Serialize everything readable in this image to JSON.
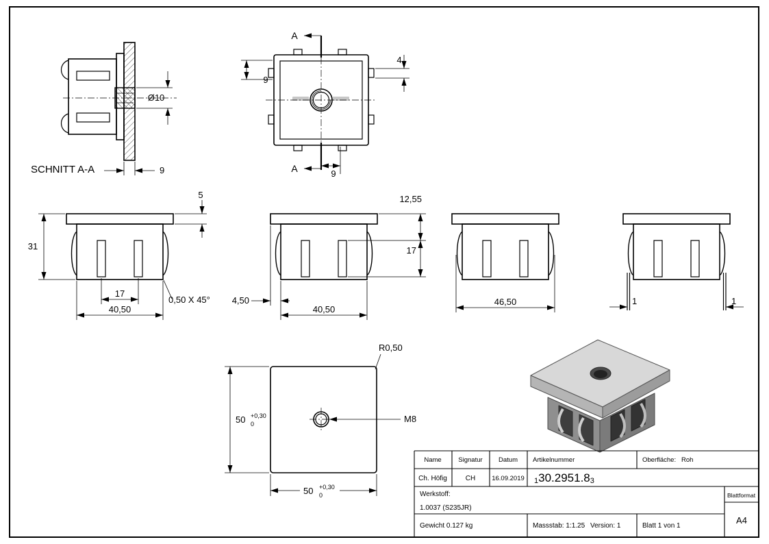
{
  "drawing": {
    "section_label": "SCHNITT A-A",
    "section": {
      "dia": "Ø10",
      "wall": "9"
    },
    "top_view": {
      "cut_label": "A",
      "dim_left": "9",
      "dim_right": "4",
      "dim_bottom": "9"
    },
    "front1": {
      "flange": "5",
      "height": "31",
      "slot_spacing": "17",
      "width": "40,50",
      "chamfer": "0,50 X 45°"
    },
    "front2": {
      "depth": "12,55",
      "slot_length": "17",
      "offset": "4,50",
      "width": "40,50"
    },
    "front3": {
      "width": "46,50"
    },
    "front4": {
      "wire_left": "1",
      "wire_right": "1"
    },
    "plan": {
      "radius": "R0,50",
      "size": "50",
      "tol_plus": "+0,30",
      "tol_zero": "0",
      "thread": "M8"
    }
  },
  "titleblock": {
    "headers": {
      "name": "Name",
      "signatur": "Signatur",
      "datum": "Datum",
      "artikelnummer": "Artikelnummer",
      "oberflaeche_label": "Oberfläche:",
      "oberflaeche_value": "Roh"
    },
    "name": "Ch. Höfig",
    "signatur": "CH",
    "datum": "16.09.2019",
    "artikel_prefix": "1",
    "artikel_main": "30.2951.8",
    "artikel_suffix": "3",
    "werkstoff_label": "Werkstoff:",
    "werkstoff_value": "1.0037 (S235JR)",
    "gewicht": "Gewicht 0.127 kg",
    "massstab": "Massstab: 1:1.25",
    "version": "Version: 1",
    "blatt": "Blatt 1 von 1",
    "blattformat_label": "Blattformat",
    "blattformat_value": "A4"
  }
}
